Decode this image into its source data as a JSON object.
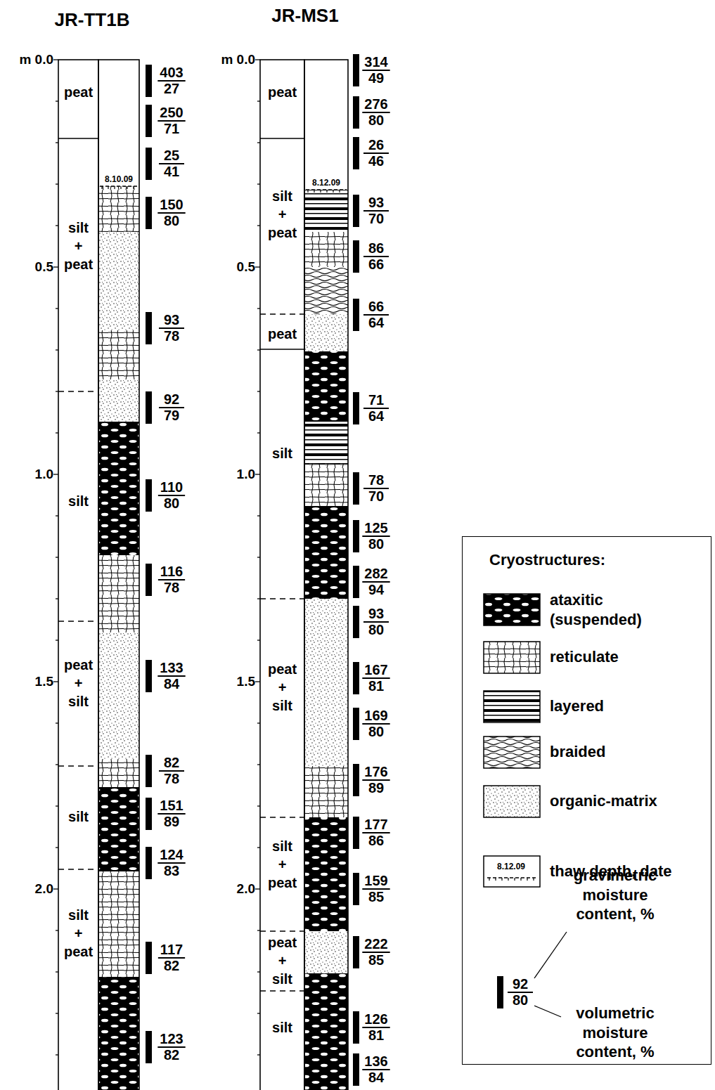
{
  "diagram": {
    "nodes": [
      {
        "text": [
          "peat"
        ]
      },
      {
        "text": [
          "silt + peat"
        ]
      },
      {
        "text": [
          "silt"
        ]
      },
      {
        "text": [
          "peat + silt"
        ]
      },
      {
        "text": [
          "silt"
        ]
      },
      {
        "text": [
          "silt + peat"
        ]
      },
      {
        "text": [
          "peat"
        ]
      },
      {
        "text": [
          "silt + peat"
        ]
      },
      {
        "text": [
          "peat"
        ]
      },
      {
        "text": [
          "silt"
        ]
      },
      {
        "text": [
          "peat + silt"
        ]
      },
      {
        "text": [
          "silt + peat"
        ]
      },
      {
        "text": [
          "peat + silt"
        ]
      },
      {
        "text": [
          "silt"
        ]
      },
      {
        "text": [
          "Cryostructures:"
        ]
      }
    ],
    "labels": [
      "JR-TT1B",
      "JR-MS1",
      "m 0.0",
      "0.5",
      "1.0",
      "1.5",
      "2.0",
      "8.10.09",
      "403",
      "27",
      "250",
      "71",
      "25",
      "41",
      "150",
      "80",
      "93",
      "78",
      "92",
      "79",
      "110",
      "80",
      "116",
      "78",
      "133",
      "84",
      "82",
      "78",
      "151",
      "89",
      "124",
      "83",
      "117",
      "82",
      "123",
      "82",
      "m 0.0",
      "0.5",
      "1.0",
      "1.5",
      "2.0",
      "8.12.09",
      "314",
      "49",
      "276",
      "80",
      "26",
      "46",
      "93",
      "70",
      "86",
      "66",
      "66",
      "64",
      "71",
      "64",
      "78",
      "70",
      "125",
      "80",
      "282",
      "94",
      "93",
      "80",
      "167",
      "81",
      "169",
      "80",
      "176",
      "89",
      "177",
      "86",
      "159",
      "85",
      "222",
      "85",
      "126",
      "81",
      "136",
      "84",
      "8.12.09",
      "92",
      "80"
    ],
    "legend": [
      {
        "text": "ataxitic (suspended)"
      },
      {
        "text": "reticulate"
      },
      {
        "text": "layered"
      },
      {
        "text": "braided"
      },
      {
        "text": "organic-matrix"
      },
      {
        "text": "thaw depth, date"
      },
      {
        "text": "gravimetric moisture content, %"
      },
      {
        "text": "volumetric moisture content, %"
      }
    ]
  }
}
